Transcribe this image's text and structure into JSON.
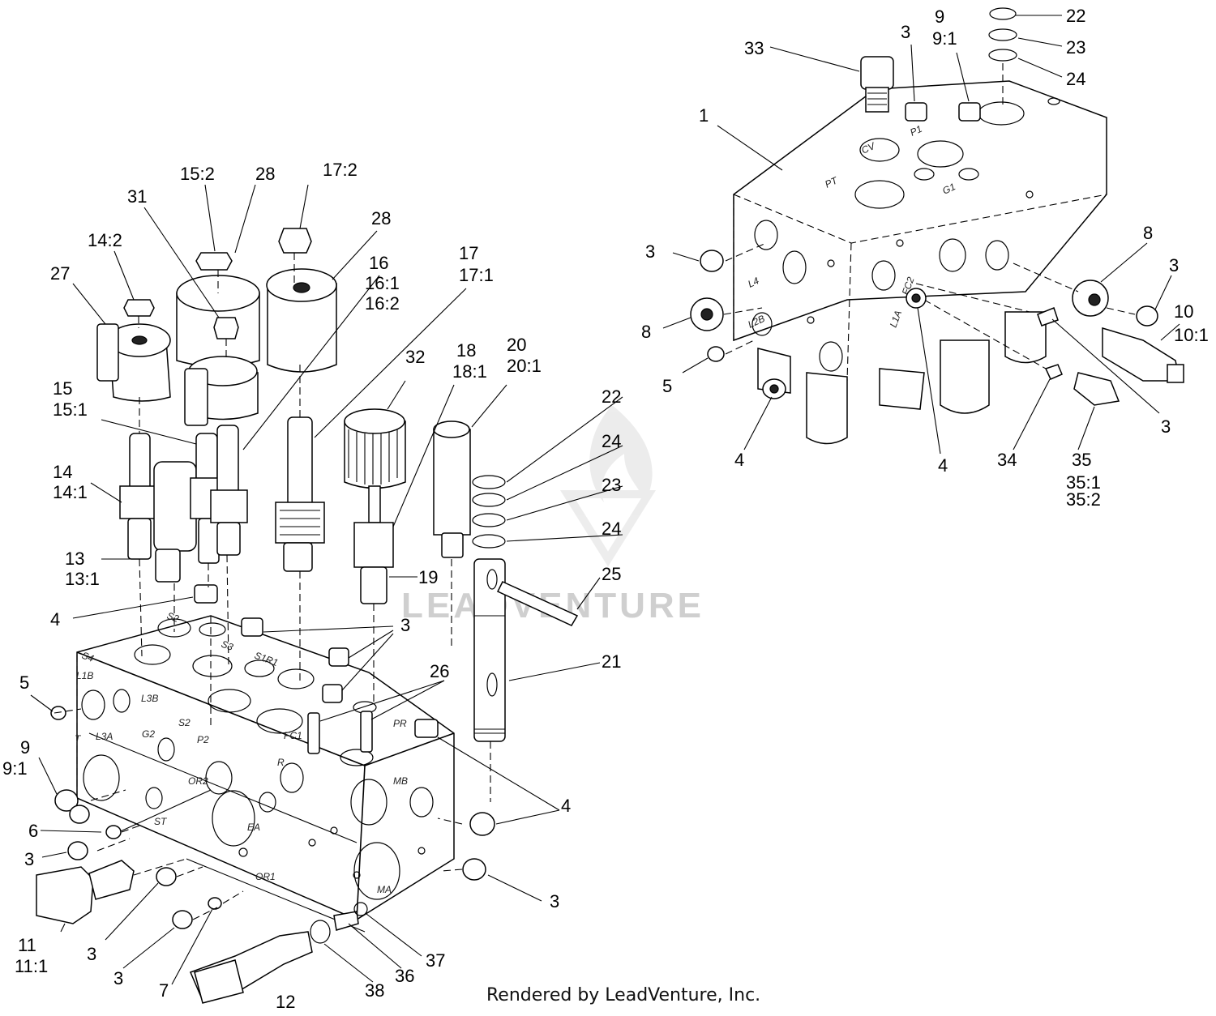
{
  "watermark": "LEADVENTURE",
  "credit": "Rendered by LeadVenture, Inc.",
  "callouts": {
    "c33": "33",
    "c3_top": "3",
    "c9_top": "9",
    "c9_1_top": "9:1",
    "c22_top": "22",
    "c23_top": "23",
    "c24_top": "24",
    "c1": "1",
    "c3_r1": "3",
    "c8_r1": "8",
    "c3_r2": "3",
    "c8_l": "8",
    "c10": "10",
    "c10_1": "10:1",
    "c5_r": "5",
    "c3_r3": "3",
    "c4_r1": "4",
    "c4_r2": "4",
    "c34": "34",
    "c35": "35",
    "c35_1": "35:1",
    "c35_2": "35:2",
    "c15_2": "15:2",
    "c28_a": "28",
    "c17_2": "17:2",
    "c31": "31",
    "c28_b": "28",
    "c14_2": "14:2",
    "c27": "27",
    "c16": "16",
    "c16_1": "16:1",
    "c16_2": "16:2",
    "c17": "17",
    "c17_1": "17:1",
    "c32": "32",
    "c18": "18",
    "c18_1": "18:1",
    "c20": "20",
    "c20_1": "20:1",
    "c22_l": "22",
    "c24_l1": "24",
    "c23_l": "23",
    "c24_l2": "24",
    "c15": "15",
    "c15_1": "15:1",
    "c14": "14",
    "c14_1": "14:1",
    "c13": "13",
    "c13_1": "13:1",
    "c19": "19",
    "c25": "25",
    "c4_l1": "4",
    "c3_l1": "3",
    "c26": "26",
    "c21": "21",
    "c5_l": "5",
    "c9_l": "9",
    "c9_1_l": "9:1",
    "c6": "6",
    "c3_l2": "3",
    "c4_l2": "4",
    "c11": "11",
    "c11_1": "11:1",
    "c3_l3": "3",
    "c3_l4": "3",
    "c3_l5": "3",
    "c7": "7",
    "c12": "12",
    "c38": "38",
    "c36": "36",
    "c37": "37"
  },
  "port_labels": {
    "p_s4": "S4",
    "p_s2": "S2",
    "p_s3": "S3",
    "p_s1r1": "S1R1",
    "p_l1b": "L1B",
    "p_l3b": "L3B",
    "p_s2b": "S2",
    "p_p2": "P2",
    "p_t": "T",
    "p_l3a": "L3A",
    "p_g2": "G2",
    "p_or2": "OR2",
    "p_st": "ST",
    "p_or1": "OR1",
    "p_r": "R",
    "p_fc1": "FC1",
    "p_mb": "MB",
    "p_ma": "MA",
    "p_pr": "PR",
    "p_ea": "EA",
    "p_l1a": "L1A",
    "p_l2b": "L2B",
    "p_l4": "L4",
    "p_p1": "P1",
    "p_g1": "G1",
    "p_pt": "PT",
    "p_fc2": "FC2",
    "p_cv": "CV"
  }
}
